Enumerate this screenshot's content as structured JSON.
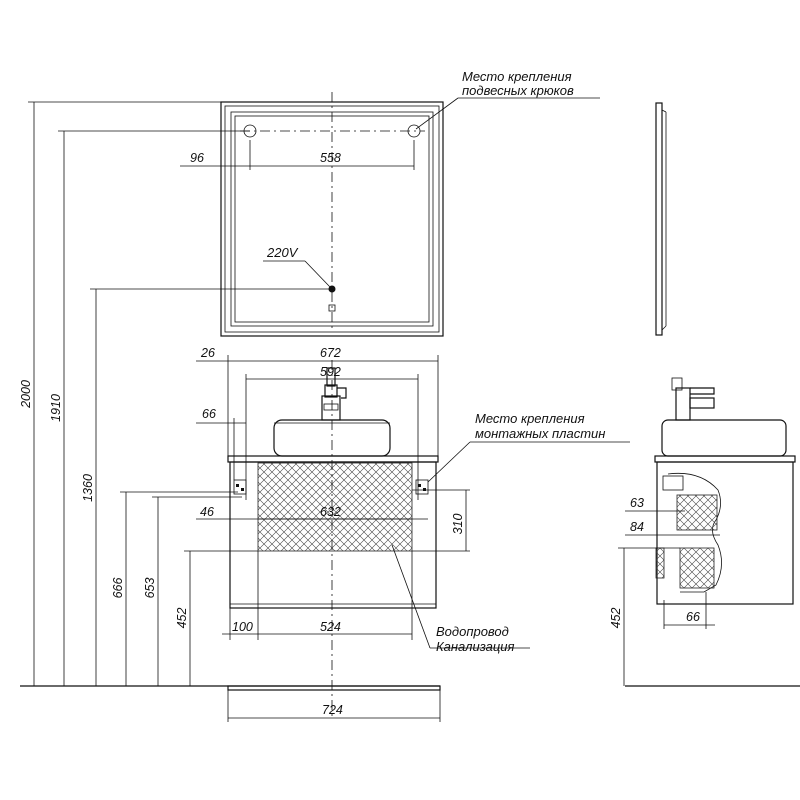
{
  "labels": {
    "hooks_line1": "Место крепления",
    "hooks_line2": "подвесных крюков",
    "plates_line1": "Место крепления",
    "plates_line2": "монтажных пластин",
    "voltage": "220V",
    "water_line1": "Водопровод",
    "water_line2": "Канализация"
  },
  "dimensions": {
    "d96": "96",
    "d558": "558",
    "d26": "26",
    "d672": "672",
    "d592": "592",
    "d66": "66",
    "d46": "46",
    "d632": "632",
    "d310": "310",
    "d100": "100",
    "d524": "524",
    "d724": "724",
    "d2000": "2000",
    "d1910": "1910",
    "d1360": "1360",
    "d666": "666",
    "d653": "653",
    "d452": "452",
    "s63": "63",
    "s84": "84",
    "s66": "66",
    "s452": "452"
  }
}
